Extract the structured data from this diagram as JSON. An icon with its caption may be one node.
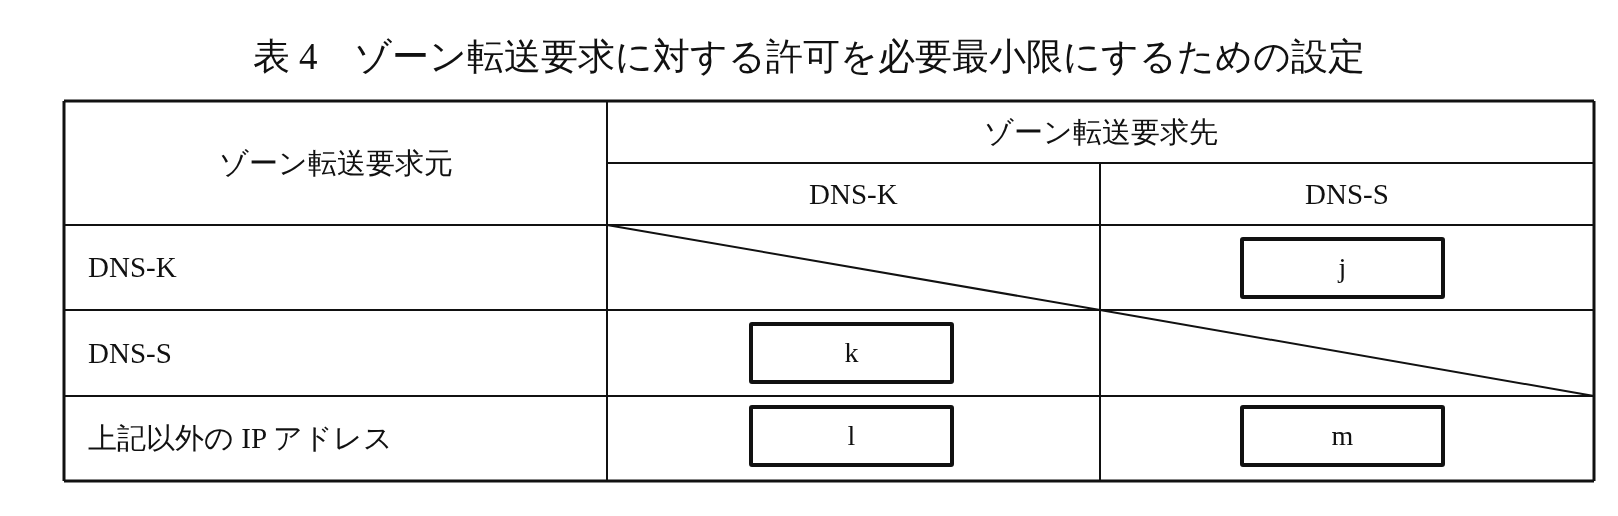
{
  "diagram": {
    "title": "表 4　ゾーン転送要求に対する許可を必要最小限にするための設定",
    "nodes": [
      {
        "text": [
          "j"
        ]
      },
      {
        "text": [
          "k"
        ]
      },
      {
        "text": [
          "l"
        ]
      },
      {
        "text": [
          "m"
        ]
      }
    ],
    "labels": [
      "ゾーン転送要求元",
      "ゾーン転送要求先",
      "DNS-K",
      "DNS-S",
      "DNS-K",
      "DNS-S",
      "上記以外の IP アドレス"
    ]
  }
}
